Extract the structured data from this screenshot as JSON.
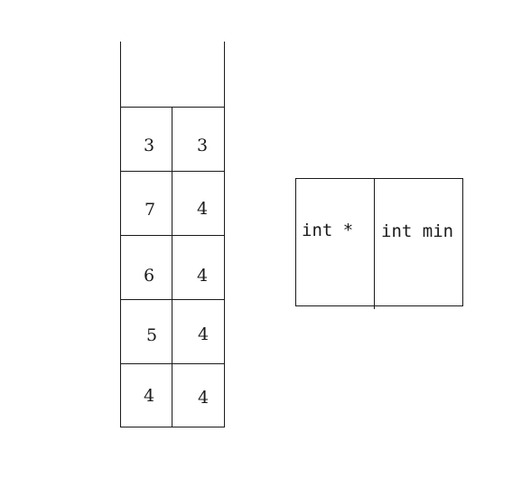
{
  "stack": {
    "rows": [
      {
        "left": "3",
        "right": "3"
      },
      {
        "left": "7",
        "right": "4"
      },
      {
        "left": "6",
        "right": "4"
      },
      {
        "left": "5",
        "right": "4"
      },
      {
        "left": "4",
        "right": "4"
      }
    ]
  },
  "node": {
    "field1": "int *",
    "field2": "int min"
  },
  "colors": {
    "line": "#1a1a1a",
    "background": "#ffffff"
  }
}
